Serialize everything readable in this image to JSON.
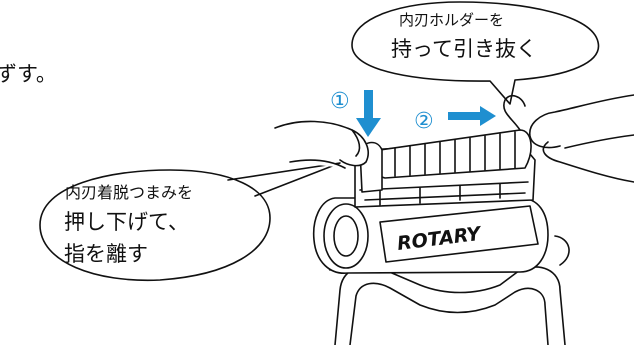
{
  "fragment_text": "ずす。",
  "callout_release": {
    "line1": "内刃着脱つまみを",
    "line2": "押し下げて、",
    "line3": "指を離す"
  },
  "callout_pull": {
    "line1": "内刃ホルダーを",
    "line2": "持って引き抜く"
  },
  "step1": "①",
  "step2": "②",
  "brand": "ROTARY",
  "colors": {
    "line": "#111111",
    "arrow": "#1f8fd0",
    "body": "#ffffff"
  }
}
